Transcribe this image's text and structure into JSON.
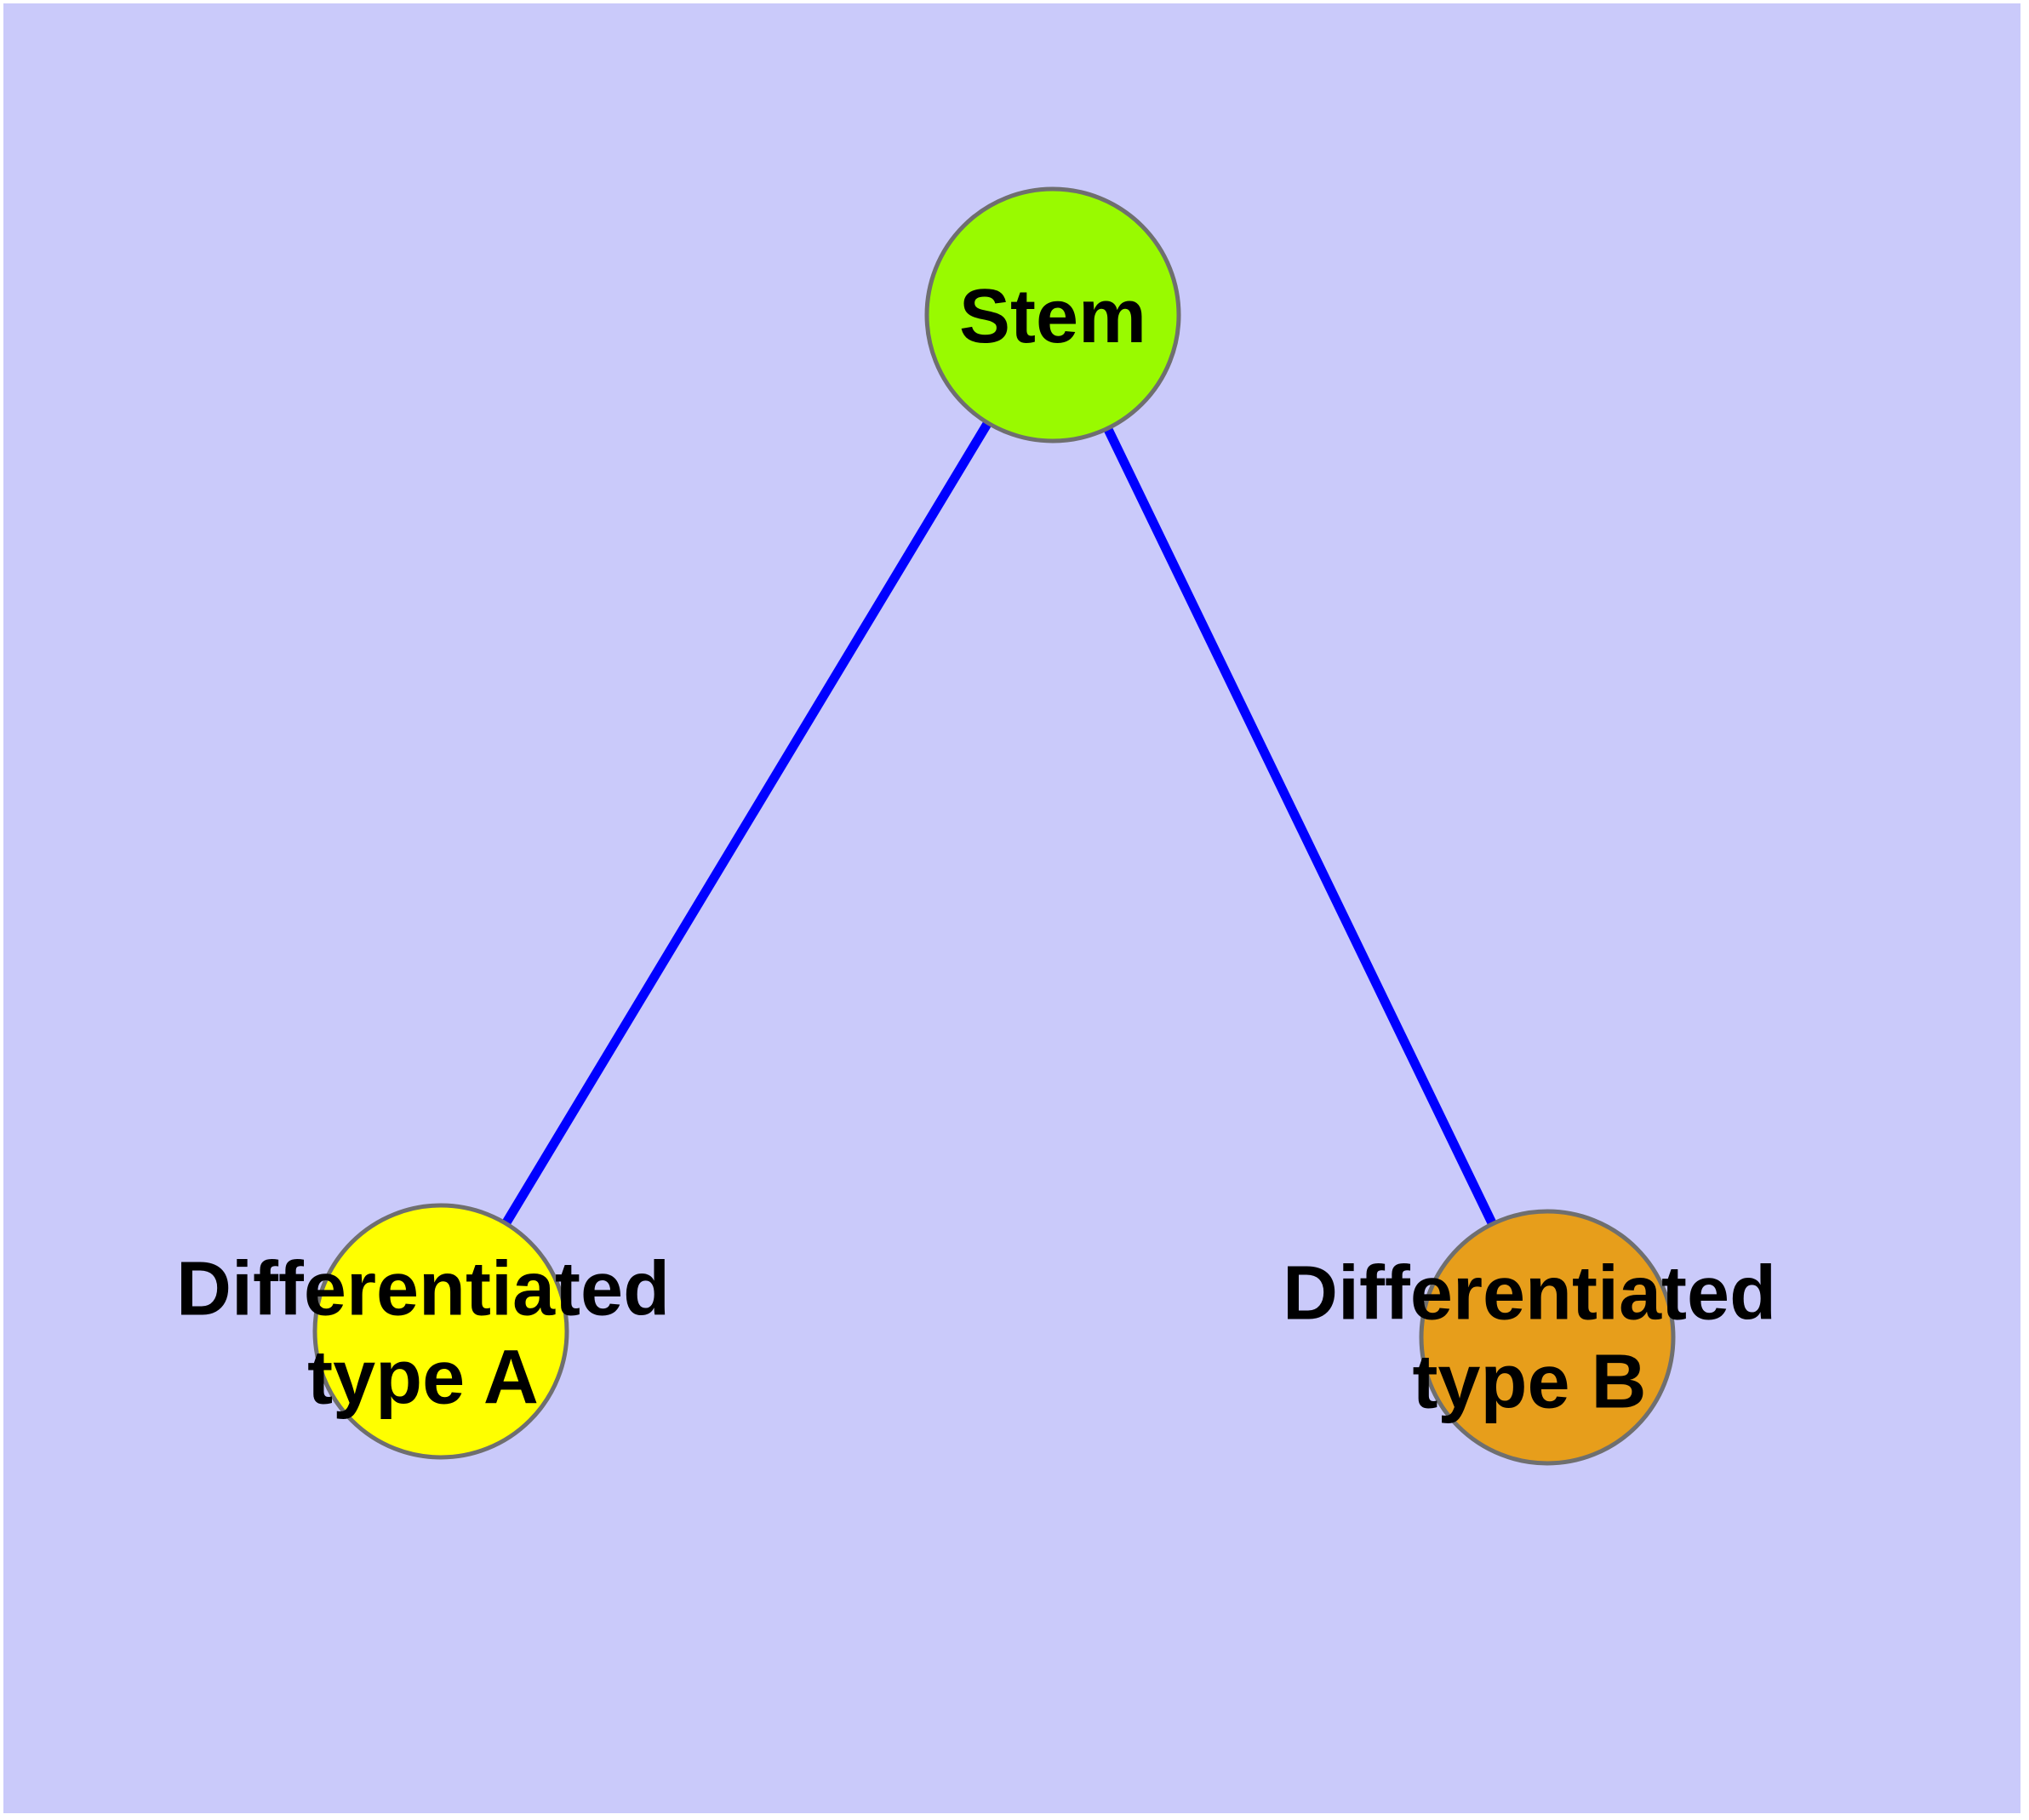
{
  "diagram": {
    "type": "graph",
    "background_color": "#CACAFA",
    "margin_color": "#FFFFFF",
    "text_color": "#000000",
    "nodes": [
      {
        "id": "stem",
        "label": "Stem",
        "fill": "#99FA00",
        "border": "#6F6F6F"
      },
      {
        "id": "differentiated-type-a",
        "label": "Differentiated\ntype A",
        "fill": "#FFFF00",
        "border": "#6F6F6F"
      },
      {
        "id": "differentiated-type-b",
        "label": "Differentiated\ntype B",
        "fill": "#E79E1B",
        "border": "#6F6F6F"
      }
    ],
    "edges": [
      {
        "from": "stem",
        "to": "differentiated-type-a",
        "color": "#0000FF"
      },
      {
        "from": "stem",
        "to": "differentiated-type-b",
        "color": "#0000FF"
      }
    ]
  }
}
